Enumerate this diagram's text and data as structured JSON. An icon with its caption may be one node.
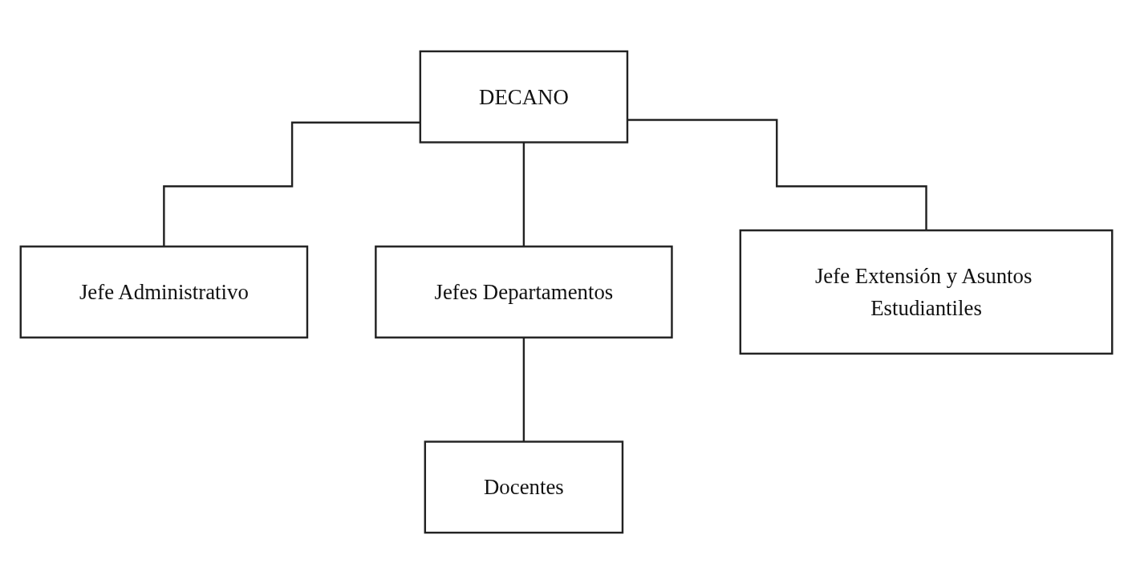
{
  "diagram": {
    "nodes": [
      {
        "text": [
          "DECANO"
        ]
      },
      {
        "text": [
          "Jefe Administrativo"
        ]
      },
      {
        "text": [
          "Jefes Departamentos"
        ]
      },
      {
        "text": [
          "Jefe Extensión y Asuntos Estudiantiles"
        ]
      },
      {
        "text": [
          "Docentes"
        ]
      }
    ],
    "edges": [
      {
        "from": 0,
        "to": 1,
        "arrow": "none"
      },
      {
        "from": 0,
        "to": 2,
        "arrow": "none"
      },
      {
        "from": 0,
        "to": 3,
        "arrow": "none"
      },
      {
        "from": 2,
        "to": 4,
        "arrow": "none"
      }
    ]
  }
}
